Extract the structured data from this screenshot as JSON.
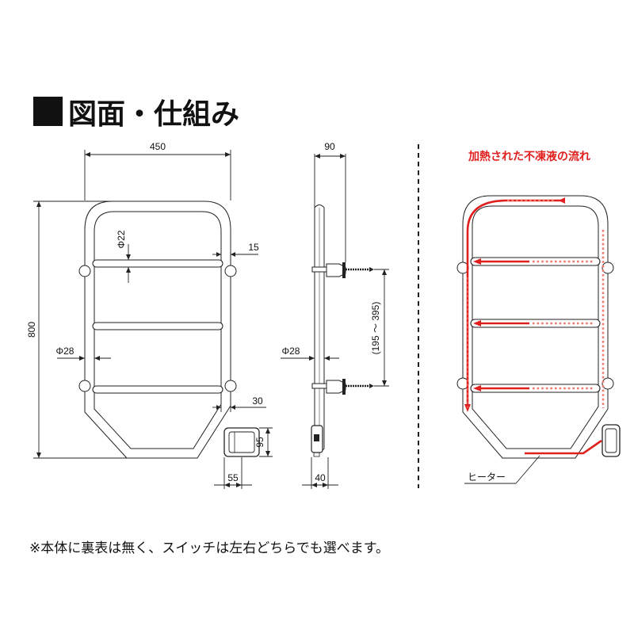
{
  "title": "図面・仕組み",
  "front_view": {
    "width": "450",
    "height": "800",
    "bar_diameter": "Φ22",
    "frame_diameter": "Φ28",
    "side_offset": "15",
    "bottom_offset": "30",
    "box_height": "95",
    "box_width": "55"
  },
  "side_view": {
    "depth": "90",
    "frame_diameter": "Φ28",
    "mount_range": "(195 ～ 395)",
    "box_depth": "40"
  },
  "flow_view": {
    "title": "加熱された不凍液の流れ",
    "heater_label": "ヒーター"
  },
  "note": "※本体に裏表は無く、スイッチは左右どちらでも選べます。",
  "colors": {
    "line": "#222222",
    "flow": "#e0201e",
    "flow_dots": "#f07a6e"
  }
}
